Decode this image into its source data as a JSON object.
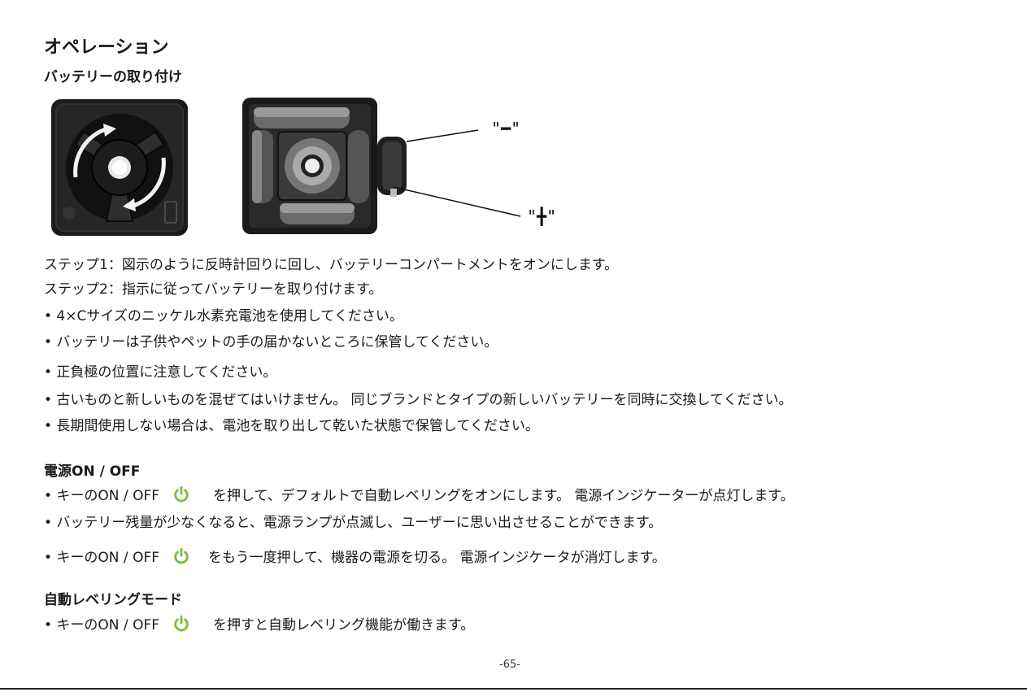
{
  "title": "オペレーション",
  "battery_section": {
    "heading": "バッテリーの取り付け",
    "minus_label": "\"━\"",
    "plus_label": "\"╋\"",
    "lines": [
      "ステップ1：図示のように反時計回りに回し、バッテリーコンパートメントをオンにします。",
      "ステップ2：指示に従ってバッテリーを取り付けます。",
      "• 4×Cサイズのニッケル水素充電池を使用してください。",
      "• バッテリーは子供やペットの手の届かないところに保管してください。",
      "• 正負極の位置に注意してください。",
      "• 古いものと新しいものを混ぜてはいけません。 同じブランドとタイプの新しいバッテリーを同時に交換してください。",
      "• 長期間使用しない場合は、電池を取り出して乾いた状態で保管してください。"
    ]
  },
  "power_section": {
    "heading": "電源ON / OFF",
    "line1_pre": "• キーのON / OFF",
    "line1_post": "を押して、デフォルトで自動レベリングをオンにします。 電源インジケーターが点灯します。",
    "line2": "• バッテリー残量が少なくなると、電源ランプが点滅し、ユーザーに思い出させることができます。",
    "line3_pre": "• キーのON / OFF",
    "line3_post": "をもう一度押して、機器の電源を切る。 電源インジケータが消灯します。"
  },
  "leveling_section": {
    "heading": "自動レベリングモード",
    "line_pre": "• キーのON / OFF",
    "line_post": "を押すと自動レベリング機能が働きます。"
  },
  "page_number": "-65-",
  "colors": {
    "power_icon": "#7cc242"
  },
  "icons": [
    "power-icon",
    "rotation-arrow-icon"
  ]
}
